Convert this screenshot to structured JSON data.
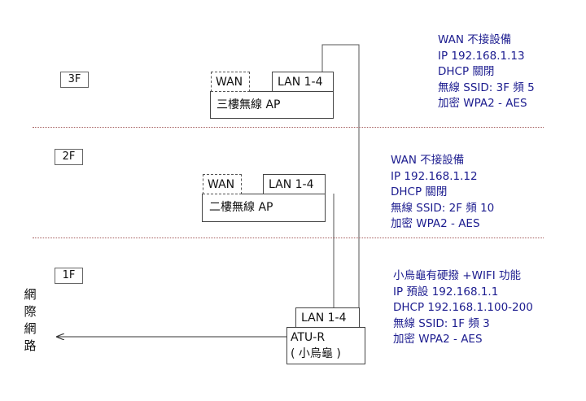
{
  "floors": {
    "f3": "3F",
    "f2": "2F",
    "f1": "1F"
  },
  "ap3": {
    "wan": "WAN",
    "lan": "LAN 1-4",
    "name": "三樓無線 AP"
  },
  "ap2": {
    "wan": "WAN",
    "lan": "LAN 1-4",
    "name": "二樓無線 AP"
  },
  "router": {
    "lan": "LAN 1-4",
    "name": "ATU-R",
    "sub": "( 小烏龜 )"
  },
  "internet": [
    "網",
    "際",
    "網",
    "路"
  ],
  "notes": {
    "ap3": [
      "WAN 不接設備",
      "IP 192.168.1.13",
      "DHCP  關閉",
      "無線 SSID: 3F  頻 5",
      "加密 WPA2 - AES"
    ],
    "ap2": [
      "WAN 不接設備",
      "IP 192.168.1.12",
      "DHCP  關閉",
      "無線 SSID: 2F   頻 10",
      "加密 WPA2 - AES"
    ],
    "router": [
      "小烏龜有硬撥 +WIFI 功能",
      "IP 預設  192.168.1.1",
      "DHCP 192.168.1.100-200",
      "無線 SSID: 1F    頻 3",
      "加密 WPA2 - AES"
    ]
  },
  "colors": {
    "note_text": "#1c1c8f",
    "separator": "#a35b5b"
  }
}
